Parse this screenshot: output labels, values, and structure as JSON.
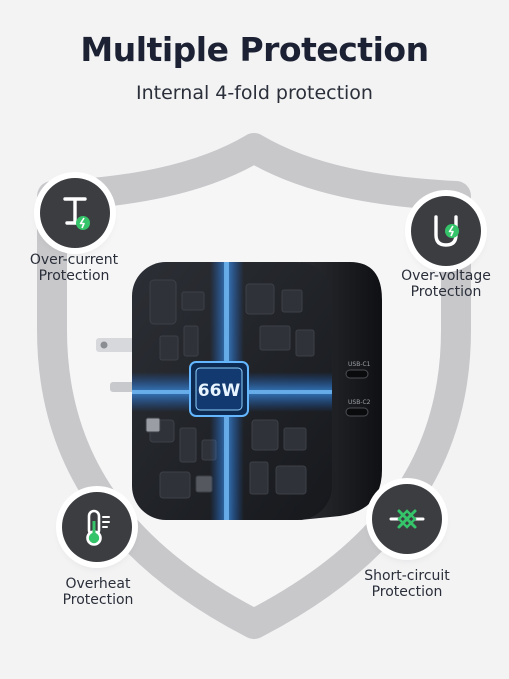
{
  "header": {
    "title": "Multiple Protection",
    "subtitle": "Internal 4-fold protection"
  },
  "features": [
    {
      "line1": "Over-current",
      "line2": "Protection",
      "icon": "over-current-icon"
    },
    {
      "line1": "Over-voltage",
      "line2": "Protection",
      "icon": "over-voltage-icon"
    },
    {
      "line1": "Overheat",
      "line2": "Protection",
      "icon": "thermometer-icon"
    },
    {
      "line1": "Short-circuit",
      "line2": "Protection",
      "icon": "short-circuit-icon"
    }
  ],
  "charger": {
    "chip_label": "66W",
    "port1_label": "USB-C1",
    "port2_label": "USB-C2"
  },
  "colors": {
    "title": "#1c2233",
    "badge": "#3b3d41",
    "accent_green": "#35c46a",
    "shield_outline": "#c9c9cc",
    "glow_blue": "#1e78ff"
  }
}
